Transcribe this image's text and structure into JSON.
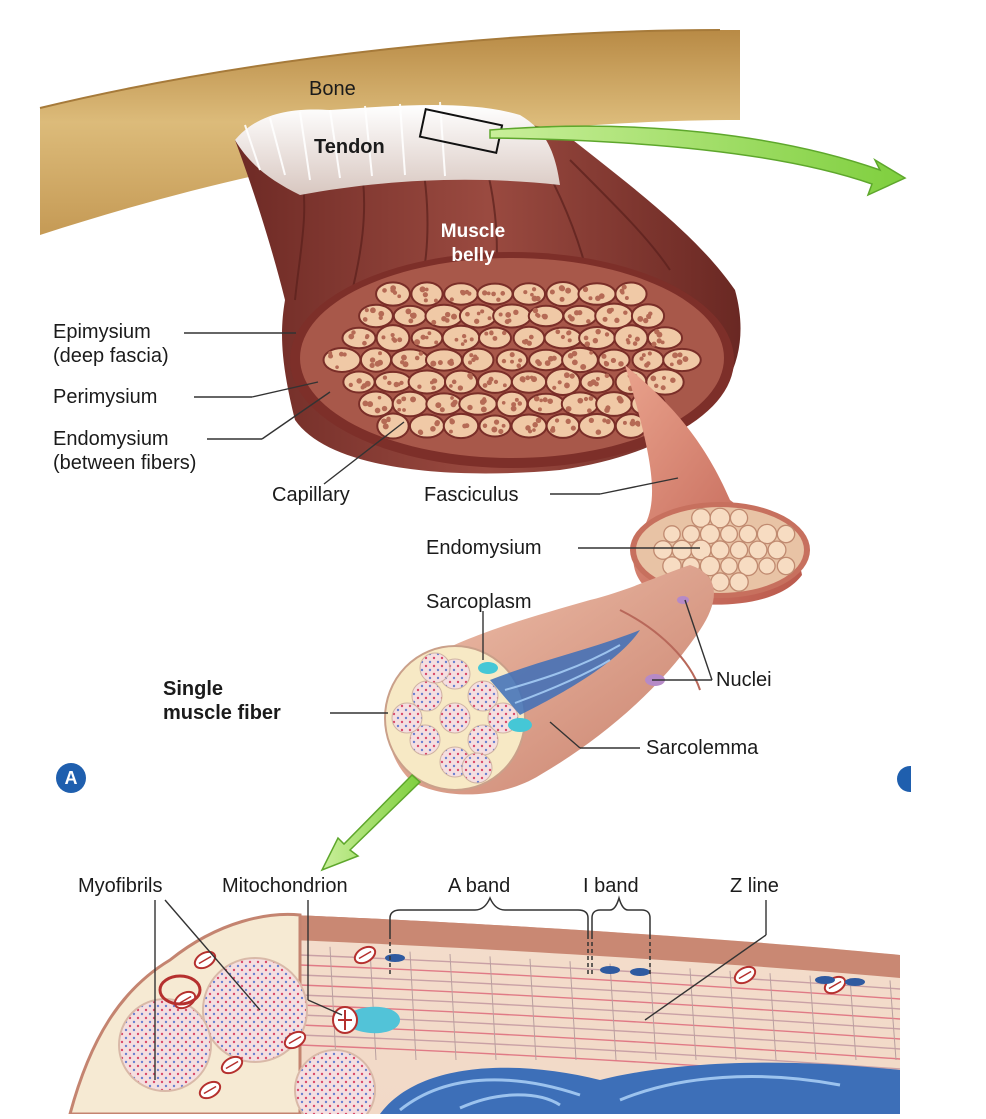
{
  "labels": {
    "bone": "Bone",
    "tendon": "Tendon",
    "muscle_belly_1": "Muscle",
    "muscle_belly_2": "belly",
    "epimysium_1": "Epimysium",
    "epimysium_2": "(deep fascia)",
    "perimysium": "Perimysium",
    "endomysium_1": "Endomysium",
    "endomysium_2": "(between fibers)",
    "capillary": "Capillary",
    "fasciculus": "Fasciculus",
    "endomysium_fasc": "Endomysium",
    "sarcoplasm": "Sarcoplasm",
    "single_fiber_1": "Single",
    "single_fiber_2": "muscle fiber",
    "nuclei": "Nuclei",
    "sarcolemma": "Sarcolemma",
    "myofibrils": "Myofibrils",
    "mitochondrion": "Mitochondrion",
    "a_band": "A band",
    "i_band": "I band",
    "z_line": "Z line"
  },
  "panel_badge": "A",
  "colors": {
    "bone": "#d9b873",
    "muscle": "#8a3b33",
    "fascicle": "#e7b494",
    "tendon": "#eeeeee",
    "arrow": "#9fdc5a",
    "accent": "#1f5fae"
  }
}
